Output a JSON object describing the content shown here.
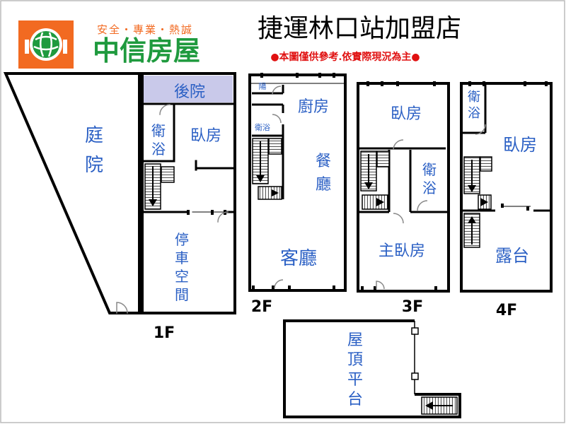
{
  "brand": {
    "slogan": "安全・專業・熱誠",
    "name": "中信房屋",
    "colors": {
      "orange": "#f26a21",
      "green": "#1f9a3e"
    }
  },
  "title": "捷運林口站加盟店",
  "notice": "●本圖僅供參考.依實際現況為主●",
  "floors": {
    "f1": {
      "label": "1F",
      "rooms": {
        "garden_a": "庭",
        "garden_b": "院",
        "backyard": "後院",
        "bath_a": "衛",
        "bath_b": "浴",
        "bedroom": "臥房",
        "parking_1": "停",
        "parking_2": "車",
        "parking_3": "空",
        "parking_4": "間"
      }
    },
    "f2": {
      "label": "2F",
      "rooms": {
        "balcony": "陽",
        "bath": "衛浴",
        "kitchen": "廚房",
        "dining_a": "餐",
        "dining_b": "廳",
        "living": "客廳"
      }
    },
    "f3": {
      "label": "3F",
      "rooms": {
        "bedroom": "臥房",
        "bath_a": "衛",
        "bath_b": "浴",
        "master": "主臥房"
      }
    },
    "f4": {
      "label": "4F",
      "rooms": {
        "bath_a": "衛",
        "bath_b": "浴",
        "bedroom": "臥房",
        "terrace": "露台"
      }
    },
    "roof": {
      "rooms": {
        "t1": "屋",
        "t2": "頂",
        "t3": "平",
        "t4": "台"
      }
    }
  },
  "icons": {
    "logo": "house-globe-logo",
    "stairs": "stairs-icon",
    "door": "door-swing-icon"
  }
}
